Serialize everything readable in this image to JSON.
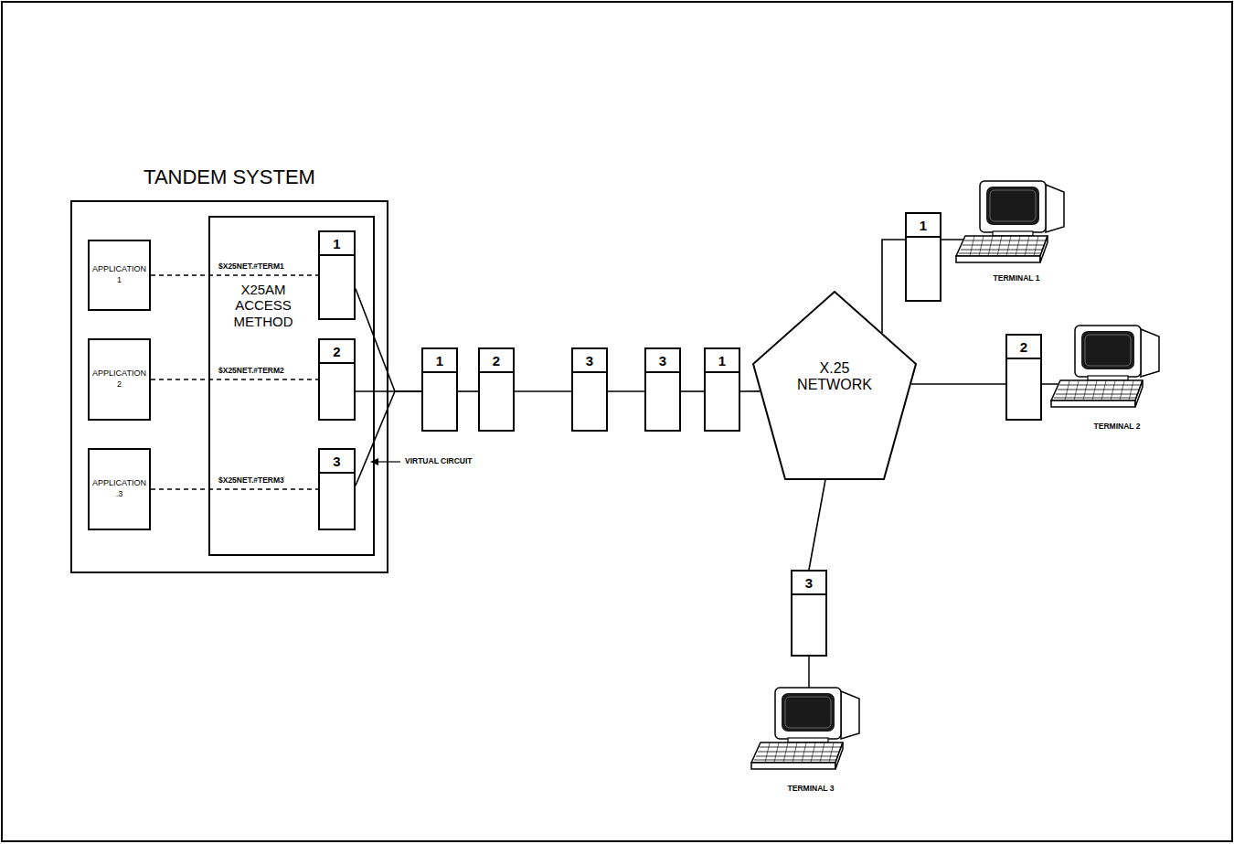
{
  "diagram": {
    "nodes": [
      {
        "text": [
          "TANDEM SYSTEM"
        ]
      },
      {
        "text": [
          "APPLICATION 1"
        ],
        "in": 0
      },
      {
        "text": [
          "APPLICATION 2"
        ],
        "in": 0
      },
      {
        "text": [
          "APPLICATION .3"
        ],
        "in": 0
      },
      {
        "text": [
          "X25AM ACCESS METHOD"
        ],
        "in": 0
      },
      {
        "text": [
          "1"
        ],
        "in": 4
      },
      {
        "text": [
          "2"
        ],
        "in": 4
      },
      {
        "text": [
          "3"
        ],
        "in": 4
      },
      {
        "text": [
          "1"
        ]
      },
      {
        "text": [
          "2"
        ]
      },
      {
        "text": [
          "3"
        ]
      },
      {
        "text": [
          "3"
        ]
      },
      {
        "text": [
          "1"
        ]
      },
      {
        "text": [
          "X.25 NETWORK"
        ]
      },
      {
        "text": [
          "1"
        ]
      },
      {
        "text": [
          "2"
        ]
      },
      {
        "text": [
          "3"
        ]
      }
    ],
    "edges": [
      {
        "from": 1,
        "to": 5,
        "arrow": "none",
        "label": "$X25NET.#TERM1"
      },
      {
        "from": 2,
        "to": 6,
        "arrow": "none",
        "label": "$X25NET.#TERM2"
      },
      {
        "from": 3,
        "to": 7,
        "arrow": "none",
        "label": "$X25NET.#TERM3"
      },
      {
        "from": 5,
        "to": 8,
        "arrow": "none"
      },
      {
        "from": 6,
        "to": 8,
        "arrow": "none"
      },
      {
        "from": 7,
        "to": 8,
        "arrow": "none"
      },
      {
        "from": 8,
        "to": 9,
        "arrow": "none"
      },
      {
        "from": 9,
        "to": 10,
        "arrow": "none"
      },
      {
        "from": 10,
        "to": 11,
        "arrow": "none"
      },
      {
        "from": 11,
        "to": 12,
        "arrow": "none"
      },
      {
        "from": 12,
        "to": 13,
        "arrow": "none"
      },
      {
        "from": 13,
        "to": 14,
        "arrow": "none"
      },
      {
        "from": 13,
        "to": 15,
        "arrow": "none"
      },
      {
        "from": 13,
        "to": 16,
        "arrow": "none"
      }
    ],
    "labels": [
      "VIRTUAL CIRCUIT",
      "TERMINAL 1",
      "TERMINAL 2",
      "TERMINAL 3"
    ]
  }
}
